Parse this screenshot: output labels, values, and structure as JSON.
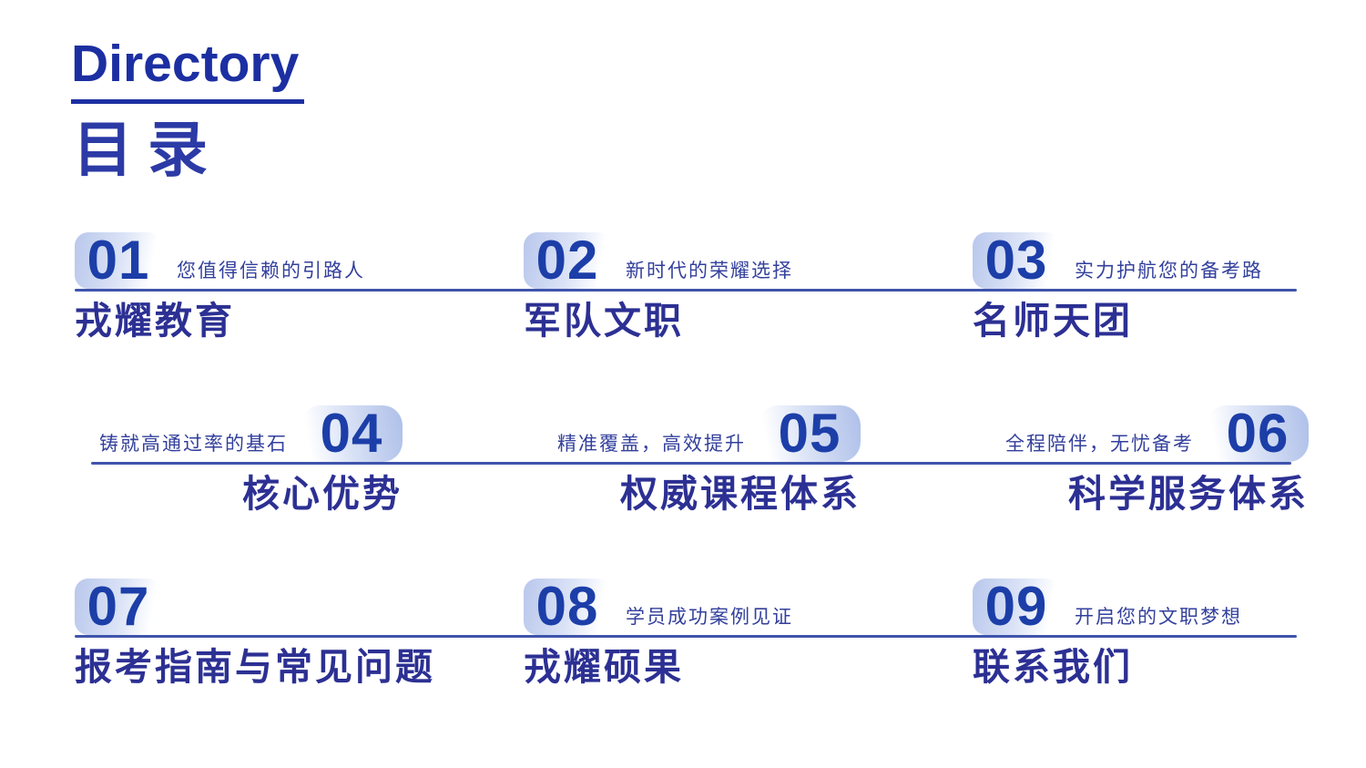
{
  "header": {
    "title_en": "Directory",
    "title_zh": "目录"
  },
  "colors": {
    "accent_blue": "#1c2fa2",
    "number_blue": "#1c3ea8",
    "title_navy": "#2c3093",
    "subtitle_blue": "#33409c",
    "divider_blue": "#3f54ab",
    "badge_gradient_blue": "#b9c7ec"
  },
  "items": [
    {
      "number": "01",
      "subtitle": "您值得信赖的引路人",
      "title": "戎耀教育"
    },
    {
      "number": "02",
      "subtitle": "新时代的荣耀选择",
      "title": "军队文职"
    },
    {
      "number": "03",
      "subtitle": "实力护航您的备考路",
      "title": "名师天团"
    },
    {
      "number": "04",
      "subtitle": "铸就高通过率的基石",
      "title": "核心优势"
    },
    {
      "number": "05",
      "subtitle": "精准覆盖，高效提升",
      "title": "权威课程体系"
    },
    {
      "number": "06",
      "subtitle": "全程陪伴，无忧备考",
      "title": "科学服务体系"
    },
    {
      "number": "07",
      "subtitle": "",
      "title": "报考指南与常见问题"
    },
    {
      "number": "08",
      "subtitle": "学员成功案例见证",
      "title": "戎耀硕果"
    },
    {
      "number": "09",
      "subtitle": "开启您的文职梦想",
      "title": "联系我们"
    }
  ]
}
